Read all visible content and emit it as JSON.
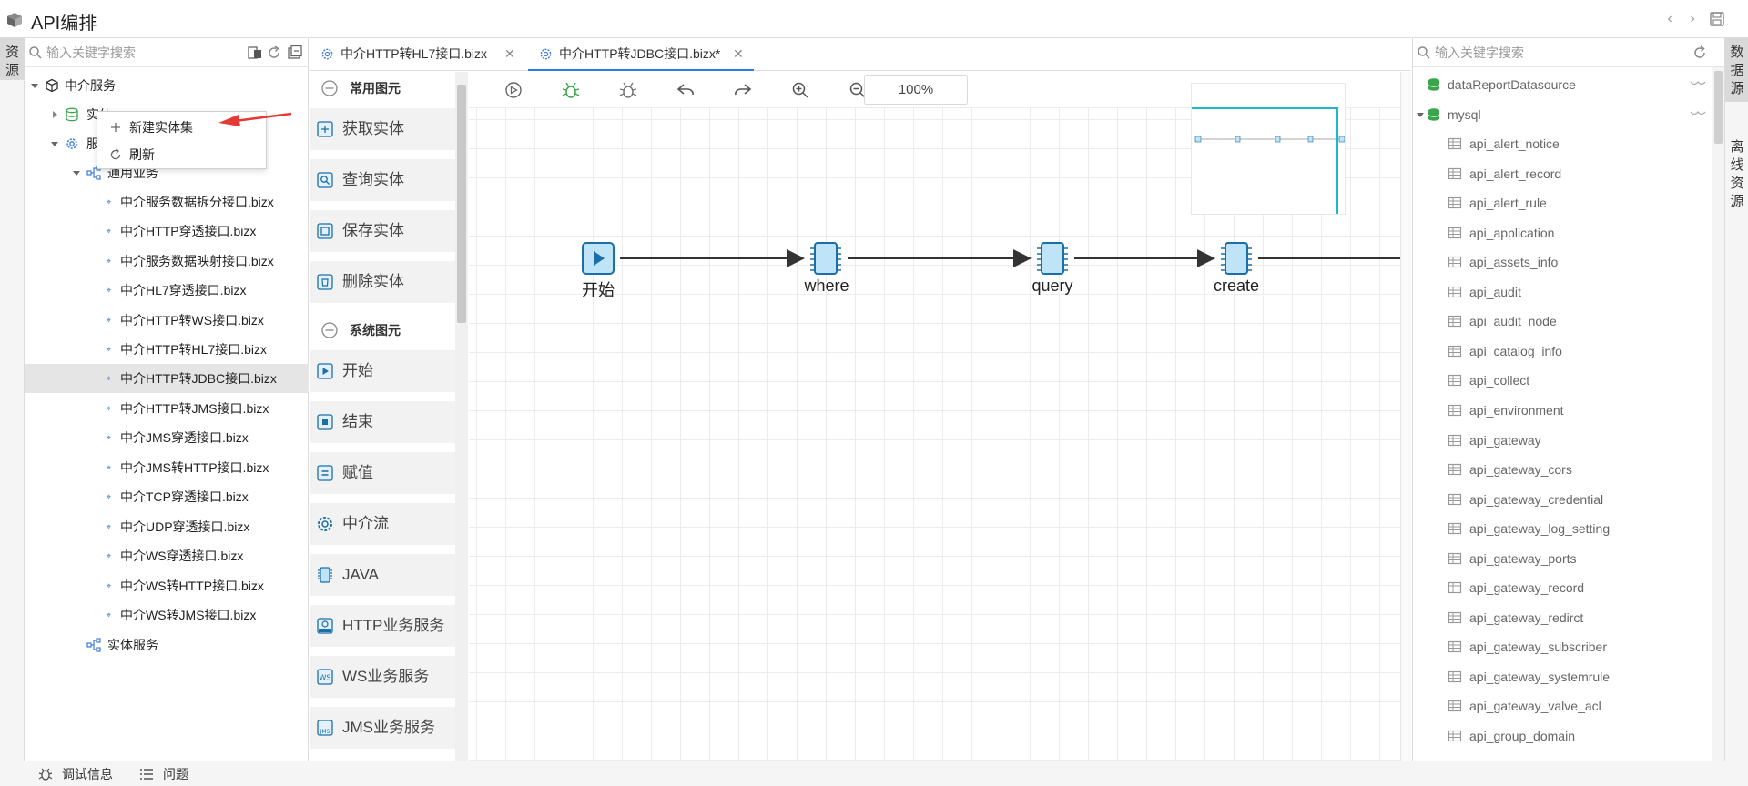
{
  "app": {
    "title": "API编排",
    "nav_prev": "‹",
    "nav_next": "›"
  },
  "left_strip": {
    "tabs": [
      {
        "label": "资源",
        "active": true
      }
    ]
  },
  "tree": {
    "search_placeholder": "输入关键字搜索",
    "root": "中介服务",
    "entity_node": "实体",
    "service_node": "服务",
    "general_business": "通用业务",
    "files": [
      "中介服务数据拆分接口.bizx",
      "中介HTTP穿透接口.bizx",
      "中介服务数据映射接口.bizx",
      "中介HL7穿透接口.bizx",
      "中介HTTP转WS接口.bizx",
      "中介HTTP转HL7接口.bizx",
      "中介HTTP转JDBC接口.bizx",
      "中介HTTP转JMS接口.bizx",
      "中介JMS穿透接口.bizx",
      "中介JMS转HTTP接口.bizx",
      "中介TCP穿透接口.bizx",
      "中介UDP穿透接口.bizx",
      "中介WS穿透接口.bizx",
      "中介WS转HTTP接口.bizx",
      "中介WS转JMS接口.bizx"
    ],
    "selected_index": 6,
    "entity_service": "实体服务"
  },
  "context_menu": {
    "items": [
      "新建实体集",
      "刷新"
    ]
  },
  "editor_tabs": [
    {
      "label": "中介HTTP转HL7接口.bizx",
      "active": false
    },
    {
      "label": "中介HTTP转JDBC接口.bizx*",
      "active": true
    }
  ],
  "palette": {
    "group_common": "常用图元",
    "common_items": [
      "获取实体",
      "查询实体",
      "保存实体",
      "删除实体"
    ],
    "group_system": "系统图元",
    "system_items": [
      "开始",
      "结束",
      "赋值",
      "中介流",
      "JAVA",
      "HTTP业务服务",
      "WS业务服务",
      "JMS业务服务"
    ]
  },
  "canvas": {
    "zoom": "100%",
    "nodes": [
      {
        "label": "开始",
        "kind": "start"
      },
      {
        "label": "where",
        "kind": "component"
      },
      {
        "label": "query",
        "kind": "component"
      },
      {
        "label": "create",
        "kind": "component"
      }
    ],
    "colors": {
      "node_fill": "#bfe3f7",
      "node_stroke": "#1b6fa8",
      "edge": "#333333",
      "minimap_view": "#1fb8c8"
    }
  },
  "datasource": {
    "search_placeholder": "输入关键字搜索",
    "sources": [
      "dataReportDatasource",
      "mysql"
    ],
    "tables": [
      "api_alert_notice",
      "api_alert_record",
      "api_alert_rule",
      "api_application",
      "api_assets_info",
      "api_audit",
      "api_audit_node",
      "api_catalog_info",
      "api_collect",
      "api_environment",
      "api_gateway",
      "api_gateway_cors",
      "api_gateway_credential",
      "api_gateway_log_setting",
      "api_gateway_ports",
      "api_gateway_record",
      "api_gateway_redirct",
      "api_gateway_subscriber",
      "api_gateway_systemrule",
      "api_gateway_valve_acl",
      "api_group_domain"
    ]
  },
  "right_strip": {
    "tabs": [
      {
        "label": "数据源",
        "active": true
      },
      {
        "label": "离线资源",
        "active": false
      }
    ]
  },
  "bottom": {
    "debug": "调试信息",
    "problems": "问题"
  },
  "colors": {
    "accent": "#2c7be5",
    "db_green": "#3aa64b",
    "file_blue": "#3c7bd8",
    "arrow_red": "#e53935"
  }
}
